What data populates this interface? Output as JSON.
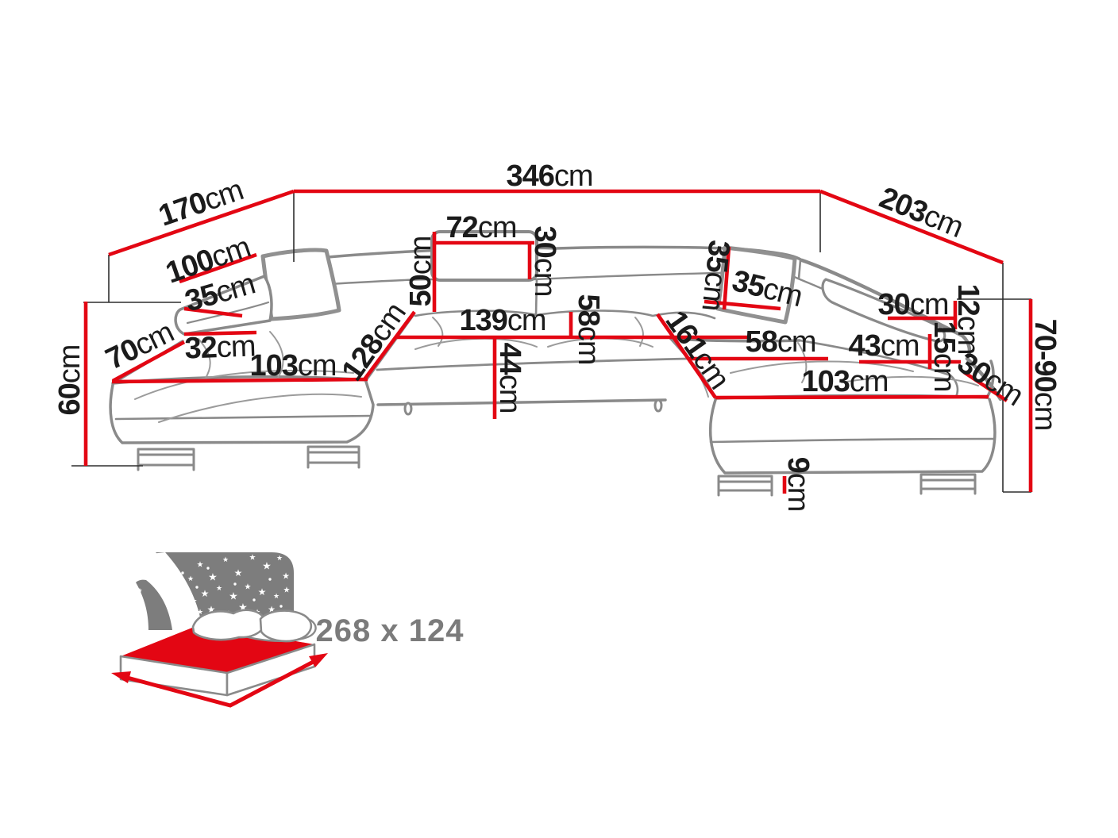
{
  "diagram": {
    "title": "corner-sofa-dimension-diagram",
    "colors": {
      "dimension_red": "#e30613",
      "sofa_line_gray": "#8a8a8a",
      "label_black": "#1b1b1b",
      "icon_gray": "#7d7d7d",
      "bed_text_gray": "#7b7b7b"
    },
    "dims": {
      "d346": {
        "v": "346",
        "u": "cm"
      },
      "d170": {
        "v": "170",
        "u": "cm"
      },
      "d203": {
        "v": "203",
        "u": "cm"
      },
      "d100": {
        "v": "100",
        "u": "cm"
      },
      "d35l": {
        "v": "35",
        "u": "cm"
      },
      "d70": {
        "v": "70",
        "u": "cm"
      },
      "d32": {
        "v": "32",
        "u": "cm"
      },
      "d103l": {
        "v": "103",
        "u": "cm"
      },
      "d128": {
        "v": "128",
        "u": "cm"
      },
      "d50": {
        "v": "50",
        "u": "cm"
      },
      "d72": {
        "v": "72",
        "u": "cm"
      },
      "d30flap": {
        "v": "30",
        "u": "cm"
      },
      "d139": {
        "v": "139",
        "u": "cm"
      },
      "d58c": {
        "v": "58",
        "u": "cm"
      },
      "d44": {
        "v": "44",
        "u": "cm"
      },
      "d35r1": {
        "v": "35",
        "u": "cm"
      },
      "d35r2": {
        "v": "35",
        "u": "cm"
      },
      "d161": {
        "v": "161",
        "u": "cm"
      },
      "d58r": {
        "v": "58",
        "u": "cm"
      },
      "d43": {
        "v": "43",
        "u": "cm"
      },
      "d103r": {
        "v": "103",
        "u": "cm"
      },
      "d30r": {
        "v": "30",
        "u": "cm"
      },
      "d12": {
        "v": "12",
        "u": "cm"
      },
      "d15": {
        "v": "15",
        "u": "cm"
      },
      "d30d": {
        "v": "30",
        "u": "cm"
      },
      "d7090": {
        "v": "70-90",
        "u": "cm"
      },
      "d60": {
        "v": "60",
        "u": "cm"
      },
      "d9": {
        "v": "9",
        "u": "cm"
      }
    },
    "bed": {
      "sleeping_area": "268 x 124",
      "icon": "sleep-function-bed-icon"
    }
  }
}
